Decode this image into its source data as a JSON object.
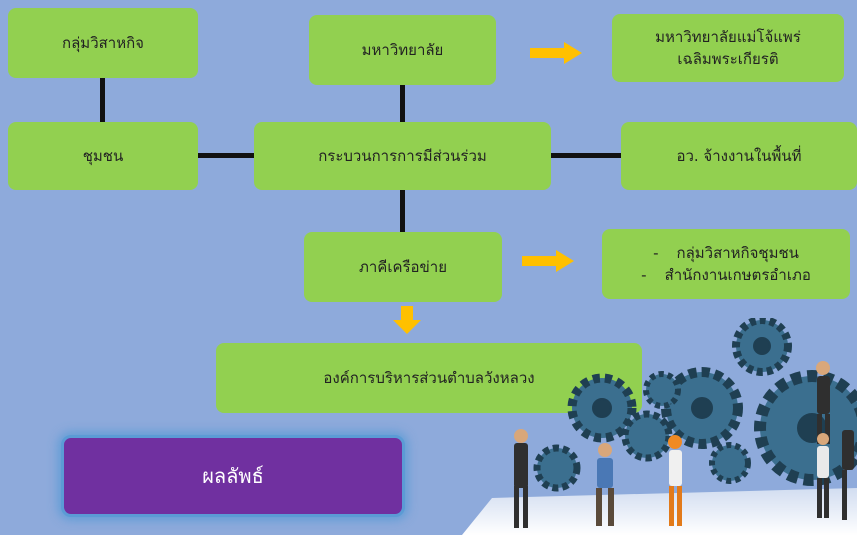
{
  "nodes": {
    "enterprise_group": "กลุ่มวิสาหกิจ",
    "university": "มหาวิทยาลัย",
    "mju_phrae_line1": "มหาวิทยาลัยแม่โจ้แพร่",
    "mju_phrae_line2": "เฉลิมพระเกียรติ",
    "community": "ชุมชน",
    "participation": "กระบวนการการมีส่วนร่วม",
    "local_hire": "อว. จ้างงานในพื้นที่",
    "network": "ภาคีเครือข่าย",
    "partners": [
      {
        "bullet": "-",
        "text": "กลุ่มวิสาหกิจชุมชน"
      },
      {
        "bullet": "-",
        "text": "สำนักงานเกษตรอำเภอ"
      }
    ],
    "tao": "องค์การบริหารส่วนตำบลวังหลวง",
    "result": "ผลลัพธ์"
  },
  "colors": {
    "background": "#8eaadb",
    "node": "#92d050",
    "arrow": "#ffc000",
    "result": "#7030a0",
    "connector": "#111111"
  },
  "image": {
    "name": "gears-teamwork-illustration"
  }
}
